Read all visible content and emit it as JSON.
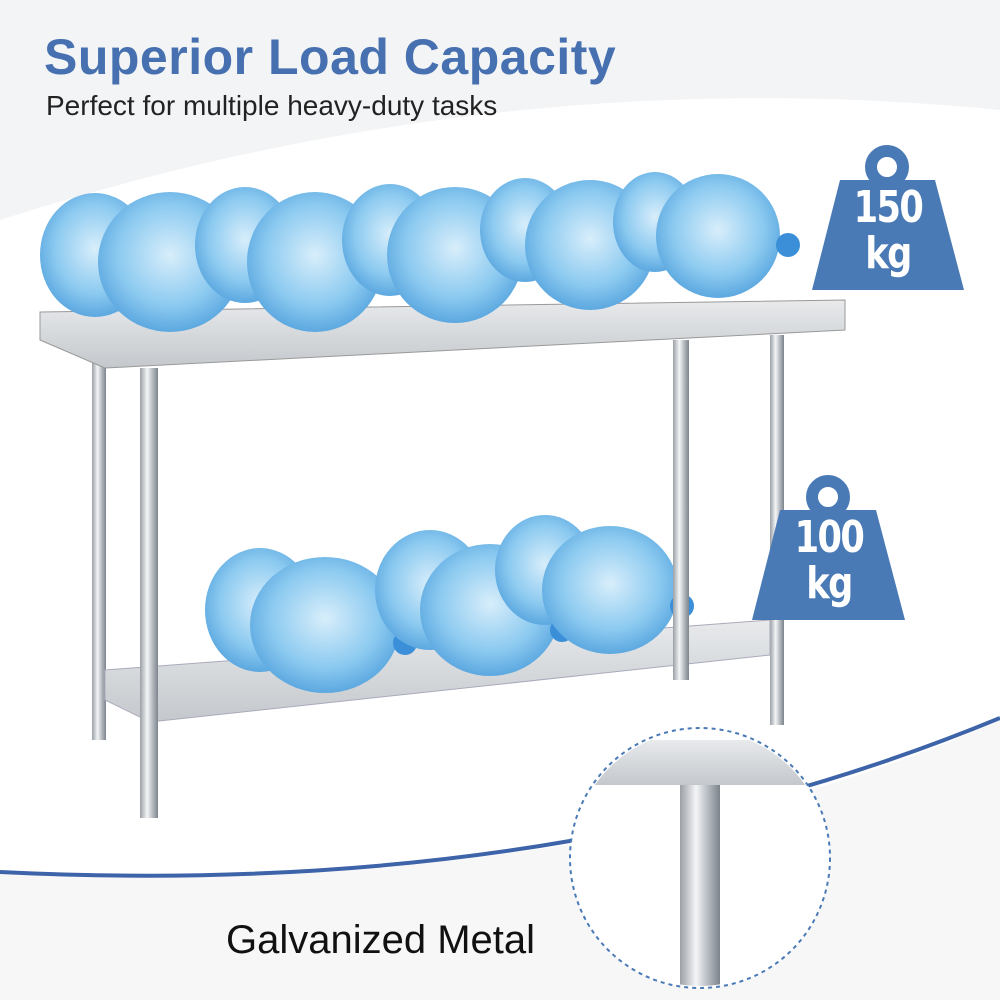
{
  "header": {
    "title": "Superior Load Capacity",
    "subtitle": "Perfect for multiple heavy-duty tasks"
  },
  "badges": [
    {
      "value": "150",
      "unit": "kg"
    },
    {
      "value": "100",
      "unit": "kg"
    }
  ],
  "caption": "Galvanized Metal",
  "colors": {
    "accent": "#4a7ab5",
    "title": "#4670b0",
    "bottle": "#6fb4e6",
    "cap": "#3a8fd8"
  }
}
